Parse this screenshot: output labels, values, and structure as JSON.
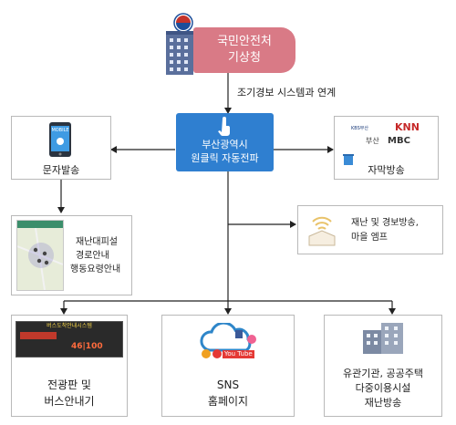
{
  "header": {
    "agency_line1": "국민안전처",
    "agency_line2": "기상청"
  },
  "link_label": "조기경보 시스템과 연계",
  "center_node": {
    "line1": "부산광역시",
    "line2": "원클릭 자동전파"
  },
  "left_sms": {
    "label": "문자발송",
    "phone_screen_text": "MOBILE"
  },
  "right_caption": {
    "label": "자막방송",
    "logos": {
      "kbs": "KBS부산",
      "knn": "KNN",
      "busan": "부산",
      "mbc": "MBC"
    }
  },
  "evacuation": {
    "line1": "재난대피설",
    "line2": "경로안내",
    "line3": "행동요령안내"
  },
  "alarm": {
    "line1": "재난 및 경보방송,",
    "line2": "마을 엠프"
  },
  "bottom": {
    "board": {
      "line1": "전광판 및",
      "line2": "버스안내기",
      "sign_title": "버스도착안내시스템",
      "sign_row": "46|100"
    },
    "sns": {
      "line1": "SNS",
      "line2": "홈페이지",
      "youtube": "You Tube"
    },
    "public": {
      "line1": "유관기관, 공공주택",
      "line2": "다중이용시설",
      "line3": "재난방송"
    }
  },
  "colors": {
    "center_blue": "#2f7fd0",
    "banner_pink": "#d97a86",
    "arrow": "#222222",
    "frame": "#b9b9b9"
  }
}
